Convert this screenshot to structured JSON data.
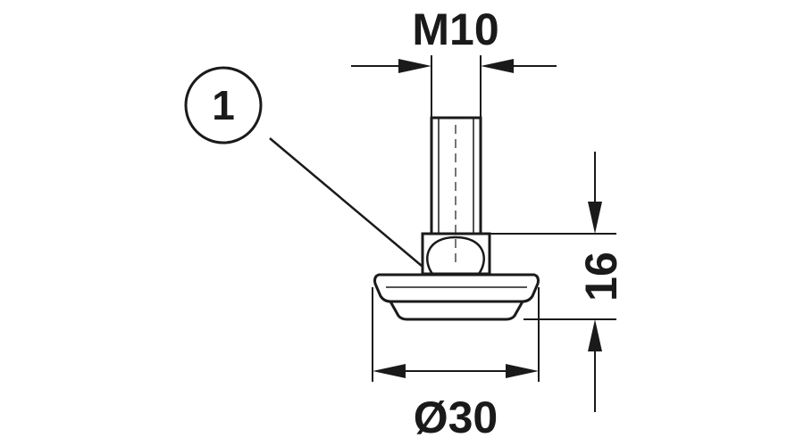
{
  "labels": {
    "thread": "M10",
    "callout": "1",
    "height": "16",
    "diameter": "Ø30"
  },
  "colors": {
    "ink": "#1a1a1a",
    "background": "#ffffff"
  }
}
